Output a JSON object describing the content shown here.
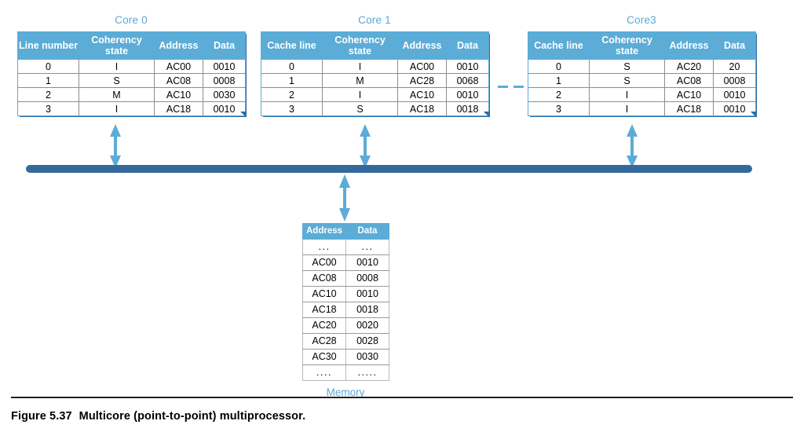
{
  "figure": {
    "number_label": "Figure 5.37",
    "caption": "Multicore (point-to-point) multiprocessor."
  },
  "colors": {
    "header_blue": "#5BACD6",
    "title_blue": "#5BA8D6",
    "bus_blue": "#336A9B",
    "arrow_blue": "#5BACD6",
    "grid_gray": "#8d8d8d"
  },
  "cores": [
    {
      "title": "Core 0",
      "headers": [
        "Line number",
        "Coherency state",
        "Address",
        "Data"
      ],
      "rows": [
        [
          "0",
          "I",
          "AC00",
          "0010"
        ],
        [
          "1",
          "S",
          "AC08",
          "0008"
        ],
        [
          "2",
          "M",
          "AC10",
          "0030"
        ],
        [
          "3",
          "I",
          "AC18",
          "0010"
        ]
      ]
    },
    {
      "title": "Core 1",
      "headers": [
        "Cache line",
        "Coherency state",
        "Address",
        "Data"
      ],
      "rows": [
        [
          "0",
          "I",
          "AC00",
          "0010"
        ],
        [
          "1",
          "M",
          "AC28",
          "0068"
        ],
        [
          "2",
          "I",
          "AC10",
          "0010"
        ],
        [
          "3",
          "S",
          "AC18",
          "0018"
        ]
      ]
    },
    {
      "title": "Core3",
      "headers": [
        "Cache line",
        "Coherency state",
        "Address",
        "Data"
      ],
      "rows": [
        [
          "0",
          "S",
          "AC20",
          "20"
        ],
        [
          "1",
          "S",
          "AC08",
          "0008"
        ],
        [
          "2",
          "I",
          "AC10",
          "0010"
        ],
        [
          "3",
          "I",
          "AC18",
          "0010"
        ]
      ]
    }
  ],
  "memory": {
    "label": "Memory",
    "headers": [
      "Address",
      "Data"
    ],
    "rows": [
      [
        "...",
        "..."
      ],
      [
        "AC00",
        "0010"
      ],
      [
        "AC08",
        "0008"
      ],
      [
        "AC10",
        "0010"
      ],
      [
        "AC18",
        "0018"
      ],
      [
        "AC20",
        "0020"
      ],
      [
        "AC28",
        "0028"
      ],
      [
        "AC30",
        "0030"
      ],
      [
        "....",
        "....."
      ]
    ]
  },
  "interconnect": {
    "name": "bus",
    "description": "point-to-point interconnect bar"
  }
}
